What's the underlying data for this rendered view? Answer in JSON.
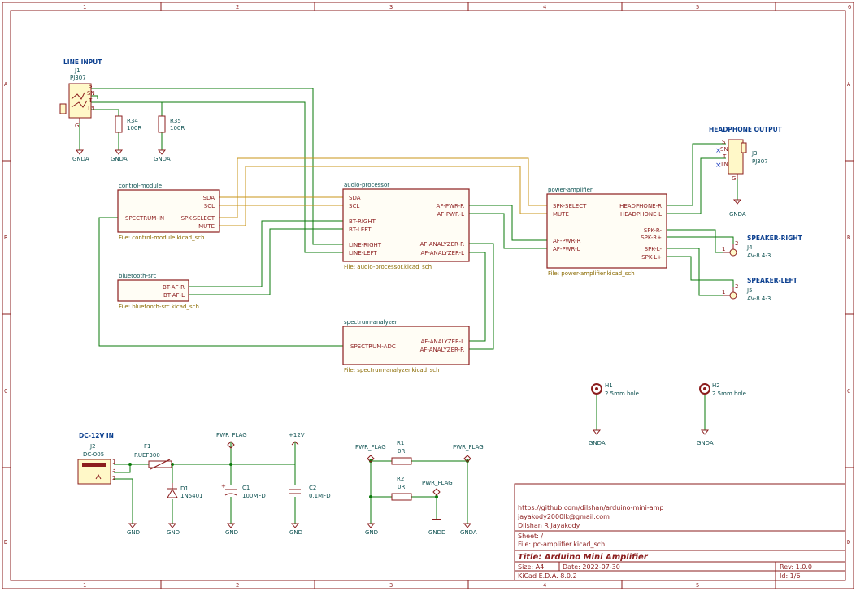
{
  "frame": {
    "columns": [
      "1",
      "2",
      "3",
      "4",
      "5",
      "6"
    ],
    "rows": [
      "A",
      "B",
      "C",
      "D"
    ]
  },
  "components": {
    "j1": {
      "title": "LINE INPUT",
      "ref": "J1",
      "value": "PJ307",
      "pins": [
        "S",
        "SN",
        "T",
        "TN",
        "G"
      ]
    },
    "r34": {
      "ref": "R34",
      "value": "100R"
    },
    "r35": {
      "ref": "R35",
      "value": "100R"
    },
    "j3": {
      "title": "HEADPHONE OUTPUT",
      "ref": "J3",
      "value": "PJ307",
      "pins": [
        "S",
        "SN",
        "T",
        "TN",
        "G"
      ]
    },
    "j4": {
      "title": "SPEAKER-RIGHT",
      "ref": "J4",
      "value": "AV-8.4-3",
      "pin1": "1",
      "pin2": "2"
    },
    "j5": {
      "title": "SPEAKER-LEFT",
      "ref": "J5",
      "value": "AV-8.4-3",
      "pin1": "1",
      "pin2": "2"
    },
    "h1": {
      "ref": "H1",
      "value": "2.5mm hole"
    },
    "h2": {
      "ref": "H2",
      "value": "2.5mm hole"
    },
    "j2": {
      "title": "DC-12V IN",
      "ref": "J2",
      "value": "DC-005",
      "pins": [
        "1",
        "3",
        "2"
      ]
    },
    "f1": {
      "ref": "F1",
      "value": "RUEF300"
    },
    "d1": {
      "ref": "D1",
      "value": "1N5401"
    },
    "c1": {
      "ref": "C1",
      "value": "100MFD"
    },
    "c2": {
      "ref": "C2",
      "value": "0.1MFD"
    },
    "r1": {
      "ref": "R1",
      "value": "0R"
    },
    "r2": {
      "ref": "R2",
      "value": "0R"
    }
  },
  "power": {
    "gnda": "GNDA",
    "gnd": "GND",
    "gndd": "GNDD",
    "pwr_flag": "PWR_FLAG",
    "v12": "+12V"
  },
  "sheets": {
    "control": {
      "name": "control-module",
      "file": "File: control-module.kicad_sch",
      "pins": [
        "SDA",
        "SCL",
        "SPK-SELECT",
        "MUTE",
        "SPECTRUM-IN"
      ]
    },
    "bluetooth": {
      "name": "bluetooth-src",
      "file": "File: bluetooth-src.kicad_sch",
      "pins": [
        "BT-AF-R",
        "BT-AF-L"
      ]
    },
    "audio": {
      "name": "audio-processor",
      "file": "File: audio-processor.kicad_sch",
      "pins_left": [
        "SDA",
        "SCL",
        "BT-RIGHT",
        "BT-LEFT",
        "LINE-RIGHT",
        "LINE-LEFT"
      ],
      "pins_right": [
        "AF-PWR-R",
        "AF-PWR-L",
        "AF-ANALYZER-R",
        "AF-ANALYZER-L"
      ]
    },
    "spectrum": {
      "name": "spectrum-analyzer",
      "file": "File: spectrum-analyzer.kicad_sch",
      "pins_left": [
        "SPECTRUM-ADC"
      ],
      "pins_right": [
        "AF-ANALYZER-L",
        "AF-ANALYZER-R"
      ]
    },
    "power_amp": {
      "name": "power-amplifier",
      "file": "File: power-amplifier.kicad_sch",
      "pins_left": [
        "SPK-SELECT",
        "MUTE",
        "AF-PWR-R",
        "AF-PWR-L"
      ],
      "pins_right": [
        "HEADPHONE-R",
        "HEADPHONE-L",
        "SPK-R-",
        "SPK-R+",
        "SPK-L-",
        "SPK-L+"
      ]
    }
  },
  "title_block": {
    "url": "https://github.com/dilshan/arduino-mini-amp",
    "email": "jayakody2000lk@gmail.com",
    "author": "Dilshan R Jayakody",
    "sheet": "Sheet: /",
    "file": "File: pc-amplifier.kicad_sch",
    "title": "Title: Arduino Mini Amplifier",
    "size": "Size: A4",
    "date": "Date: 2022-07-30",
    "rev": "Rev: 1.0.0",
    "tool": "KiCad E.D.A. 8.0.2",
    "id": "Id: 1/6"
  },
  "colors": {
    "wire": "#0a7a0a",
    "bus": "#c8941a",
    "frame": "#8b1d1d",
    "label": "#0b3f8f"
  }
}
